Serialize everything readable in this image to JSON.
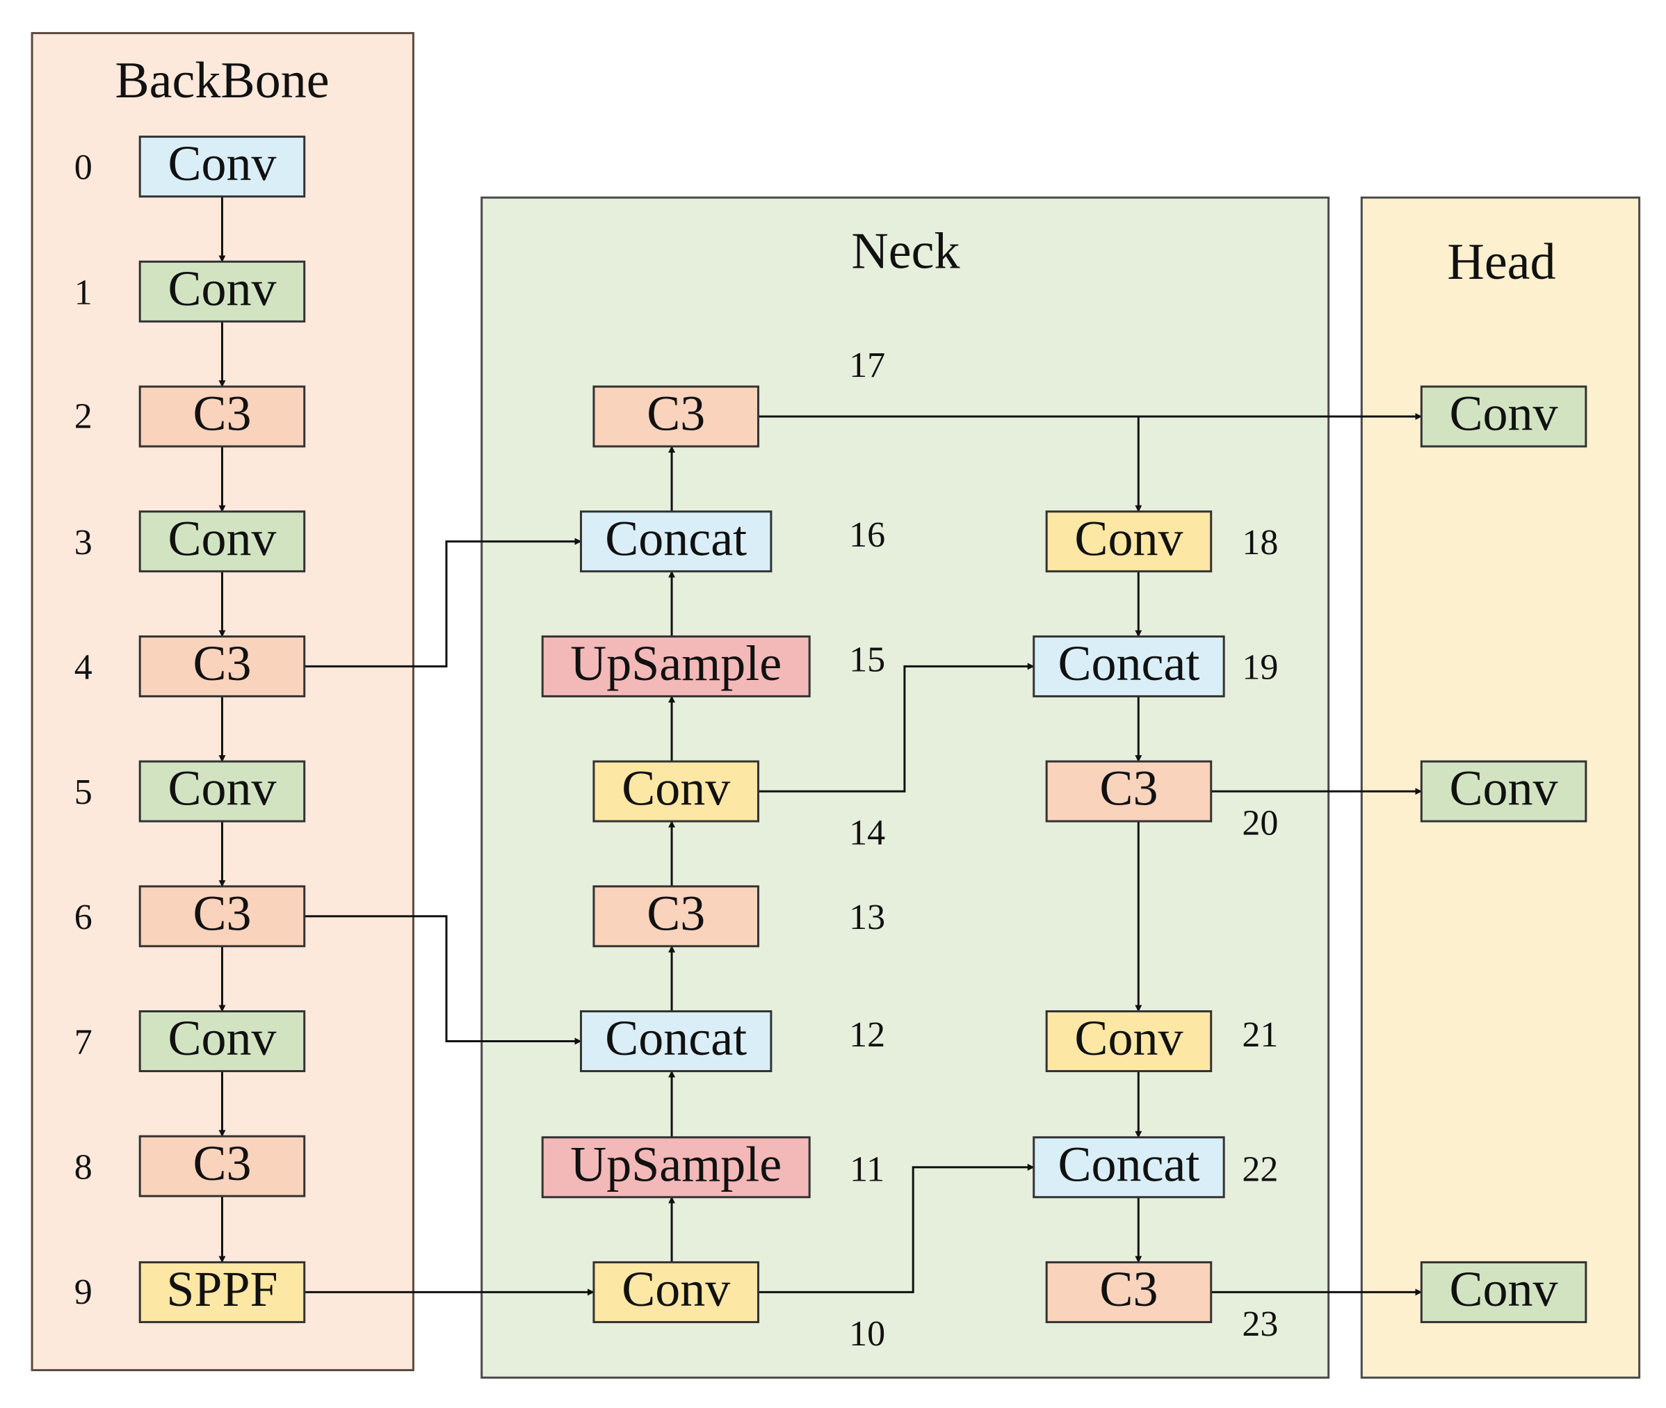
{
  "panels": {
    "backbone": {
      "title": "BackBone",
      "fill": "#fde9dc",
      "stroke": "#5a4a40"
    },
    "neck": {
      "title": "Neck",
      "fill": "#e6eedc",
      "stroke": "#4a4a4a"
    },
    "head": {
      "title": "Head",
      "fill": "#fdf0cf",
      "stroke": "#4a4a4a"
    }
  },
  "colors": {
    "blue": "#d9eef7",
    "green": "#d2e3c2",
    "orange": "#fad3bd",
    "yellow": "#fde7a5",
    "pink": "#f2b9b8"
  },
  "blocks": [
    {
      "id": "b0",
      "label": "Conv",
      "index": "0",
      "color": "blue"
    },
    {
      "id": "b1",
      "label": "Conv",
      "index": "1",
      "color": "green"
    },
    {
      "id": "b2",
      "label": "C3",
      "index": "2",
      "color": "orange"
    },
    {
      "id": "b3",
      "label": "Conv",
      "index": "3",
      "color": "green"
    },
    {
      "id": "b4",
      "label": "C3",
      "index": "4",
      "color": "orange"
    },
    {
      "id": "b5",
      "label": "Conv",
      "index": "5",
      "color": "green"
    },
    {
      "id": "b6",
      "label": "C3",
      "index": "6",
      "color": "orange"
    },
    {
      "id": "b7",
      "label": "Conv",
      "index": "7",
      "color": "green"
    },
    {
      "id": "b8",
      "label": "C3",
      "index": "8",
      "color": "orange"
    },
    {
      "id": "b9",
      "label": "SPPF",
      "index": "9",
      "color": "yellow"
    },
    {
      "id": "n10",
      "label": "Conv",
      "index": "10",
      "color": "yellow"
    },
    {
      "id": "n11",
      "label": "UpSample",
      "index": "11",
      "color": "pink"
    },
    {
      "id": "n12",
      "label": "Concat",
      "index": "12",
      "color": "blue"
    },
    {
      "id": "n13",
      "label": "C3",
      "index": "13",
      "color": "orange"
    },
    {
      "id": "n14",
      "label": "Conv",
      "index": "14",
      "color": "yellow"
    },
    {
      "id": "n15",
      "label": "UpSample",
      "index": "15",
      "color": "pink"
    },
    {
      "id": "n16",
      "label": "Concat",
      "index": "16",
      "color": "blue"
    },
    {
      "id": "n17",
      "label": "C3",
      "index": "17",
      "color": "orange"
    },
    {
      "id": "n18",
      "label": "Conv",
      "index": "18",
      "color": "yellow"
    },
    {
      "id": "n19",
      "label": "Concat",
      "index": "19",
      "color": "blue"
    },
    {
      "id": "n20",
      "label": "C3",
      "index": "20",
      "color": "orange"
    },
    {
      "id": "n21",
      "label": "Conv",
      "index": "21",
      "color": "yellow"
    },
    {
      "id": "n22",
      "label": "Concat",
      "index": "22",
      "color": "blue"
    },
    {
      "id": "n23",
      "label": "C3",
      "index": "23",
      "color": "orange"
    },
    {
      "id": "h1",
      "label": "Conv",
      "index": "",
      "color": "green"
    },
    {
      "id": "h2",
      "label": "Conv",
      "index": "",
      "color": "green"
    },
    {
      "id": "h3",
      "label": "Conv",
      "index": "",
      "color": "green"
    }
  ],
  "edges": [
    {
      "id": "e0-1",
      "from": "b0",
      "to": "b1"
    },
    {
      "id": "e1-2",
      "from": "b1",
      "to": "b2"
    },
    {
      "id": "e2-3",
      "from": "b2",
      "to": "b3"
    },
    {
      "id": "e3-4",
      "from": "b3",
      "to": "b4"
    },
    {
      "id": "e4-5",
      "from": "b4",
      "to": "b5"
    },
    {
      "id": "e5-6",
      "from": "b5",
      "to": "b6"
    },
    {
      "id": "e6-7",
      "from": "b6",
      "to": "b7"
    },
    {
      "id": "e7-8",
      "from": "b7",
      "to": "b8"
    },
    {
      "id": "e8-9",
      "from": "b8",
      "to": "b9"
    },
    {
      "id": "e9-10",
      "from": "b9",
      "to": "n10"
    },
    {
      "id": "e10-11",
      "from": "n10",
      "to": "n11"
    },
    {
      "id": "e10-22",
      "from": "n10",
      "to": "n22"
    },
    {
      "id": "e11-12",
      "from": "n11",
      "to": "n12"
    },
    {
      "id": "e6-12",
      "from": "b6",
      "to": "n12"
    },
    {
      "id": "e12-13",
      "from": "n12",
      "to": "n13"
    },
    {
      "id": "e13-14",
      "from": "n13",
      "to": "n14"
    },
    {
      "id": "e14-15",
      "from": "n14",
      "to": "n15"
    },
    {
      "id": "e14-19",
      "from": "n14",
      "to": "n19"
    },
    {
      "id": "e15-16",
      "from": "n15",
      "to": "n16"
    },
    {
      "id": "e4-16",
      "from": "b4",
      "to": "n16"
    },
    {
      "id": "e16-17",
      "from": "n16",
      "to": "n17"
    },
    {
      "id": "e17-h1",
      "from": "n17",
      "to": "h1"
    },
    {
      "id": "e17-18",
      "from": "n17",
      "to": "n18"
    },
    {
      "id": "e18-19",
      "from": "n18",
      "to": "n19"
    },
    {
      "id": "e19-20",
      "from": "n19",
      "to": "n20"
    },
    {
      "id": "e20-h2",
      "from": "n20",
      "to": "h2"
    },
    {
      "id": "e20-21",
      "from": "n20",
      "to": "n21"
    },
    {
      "id": "e21-22",
      "from": "n21",
      "to": "n22"
    },
    {
      "id": "e22-23",
      "from": "n22",
      "to": "n23"
    },
    {
      "id": "e23-h3",
      "from": "n23",
      "to": "h3"
    }
  ]
}
